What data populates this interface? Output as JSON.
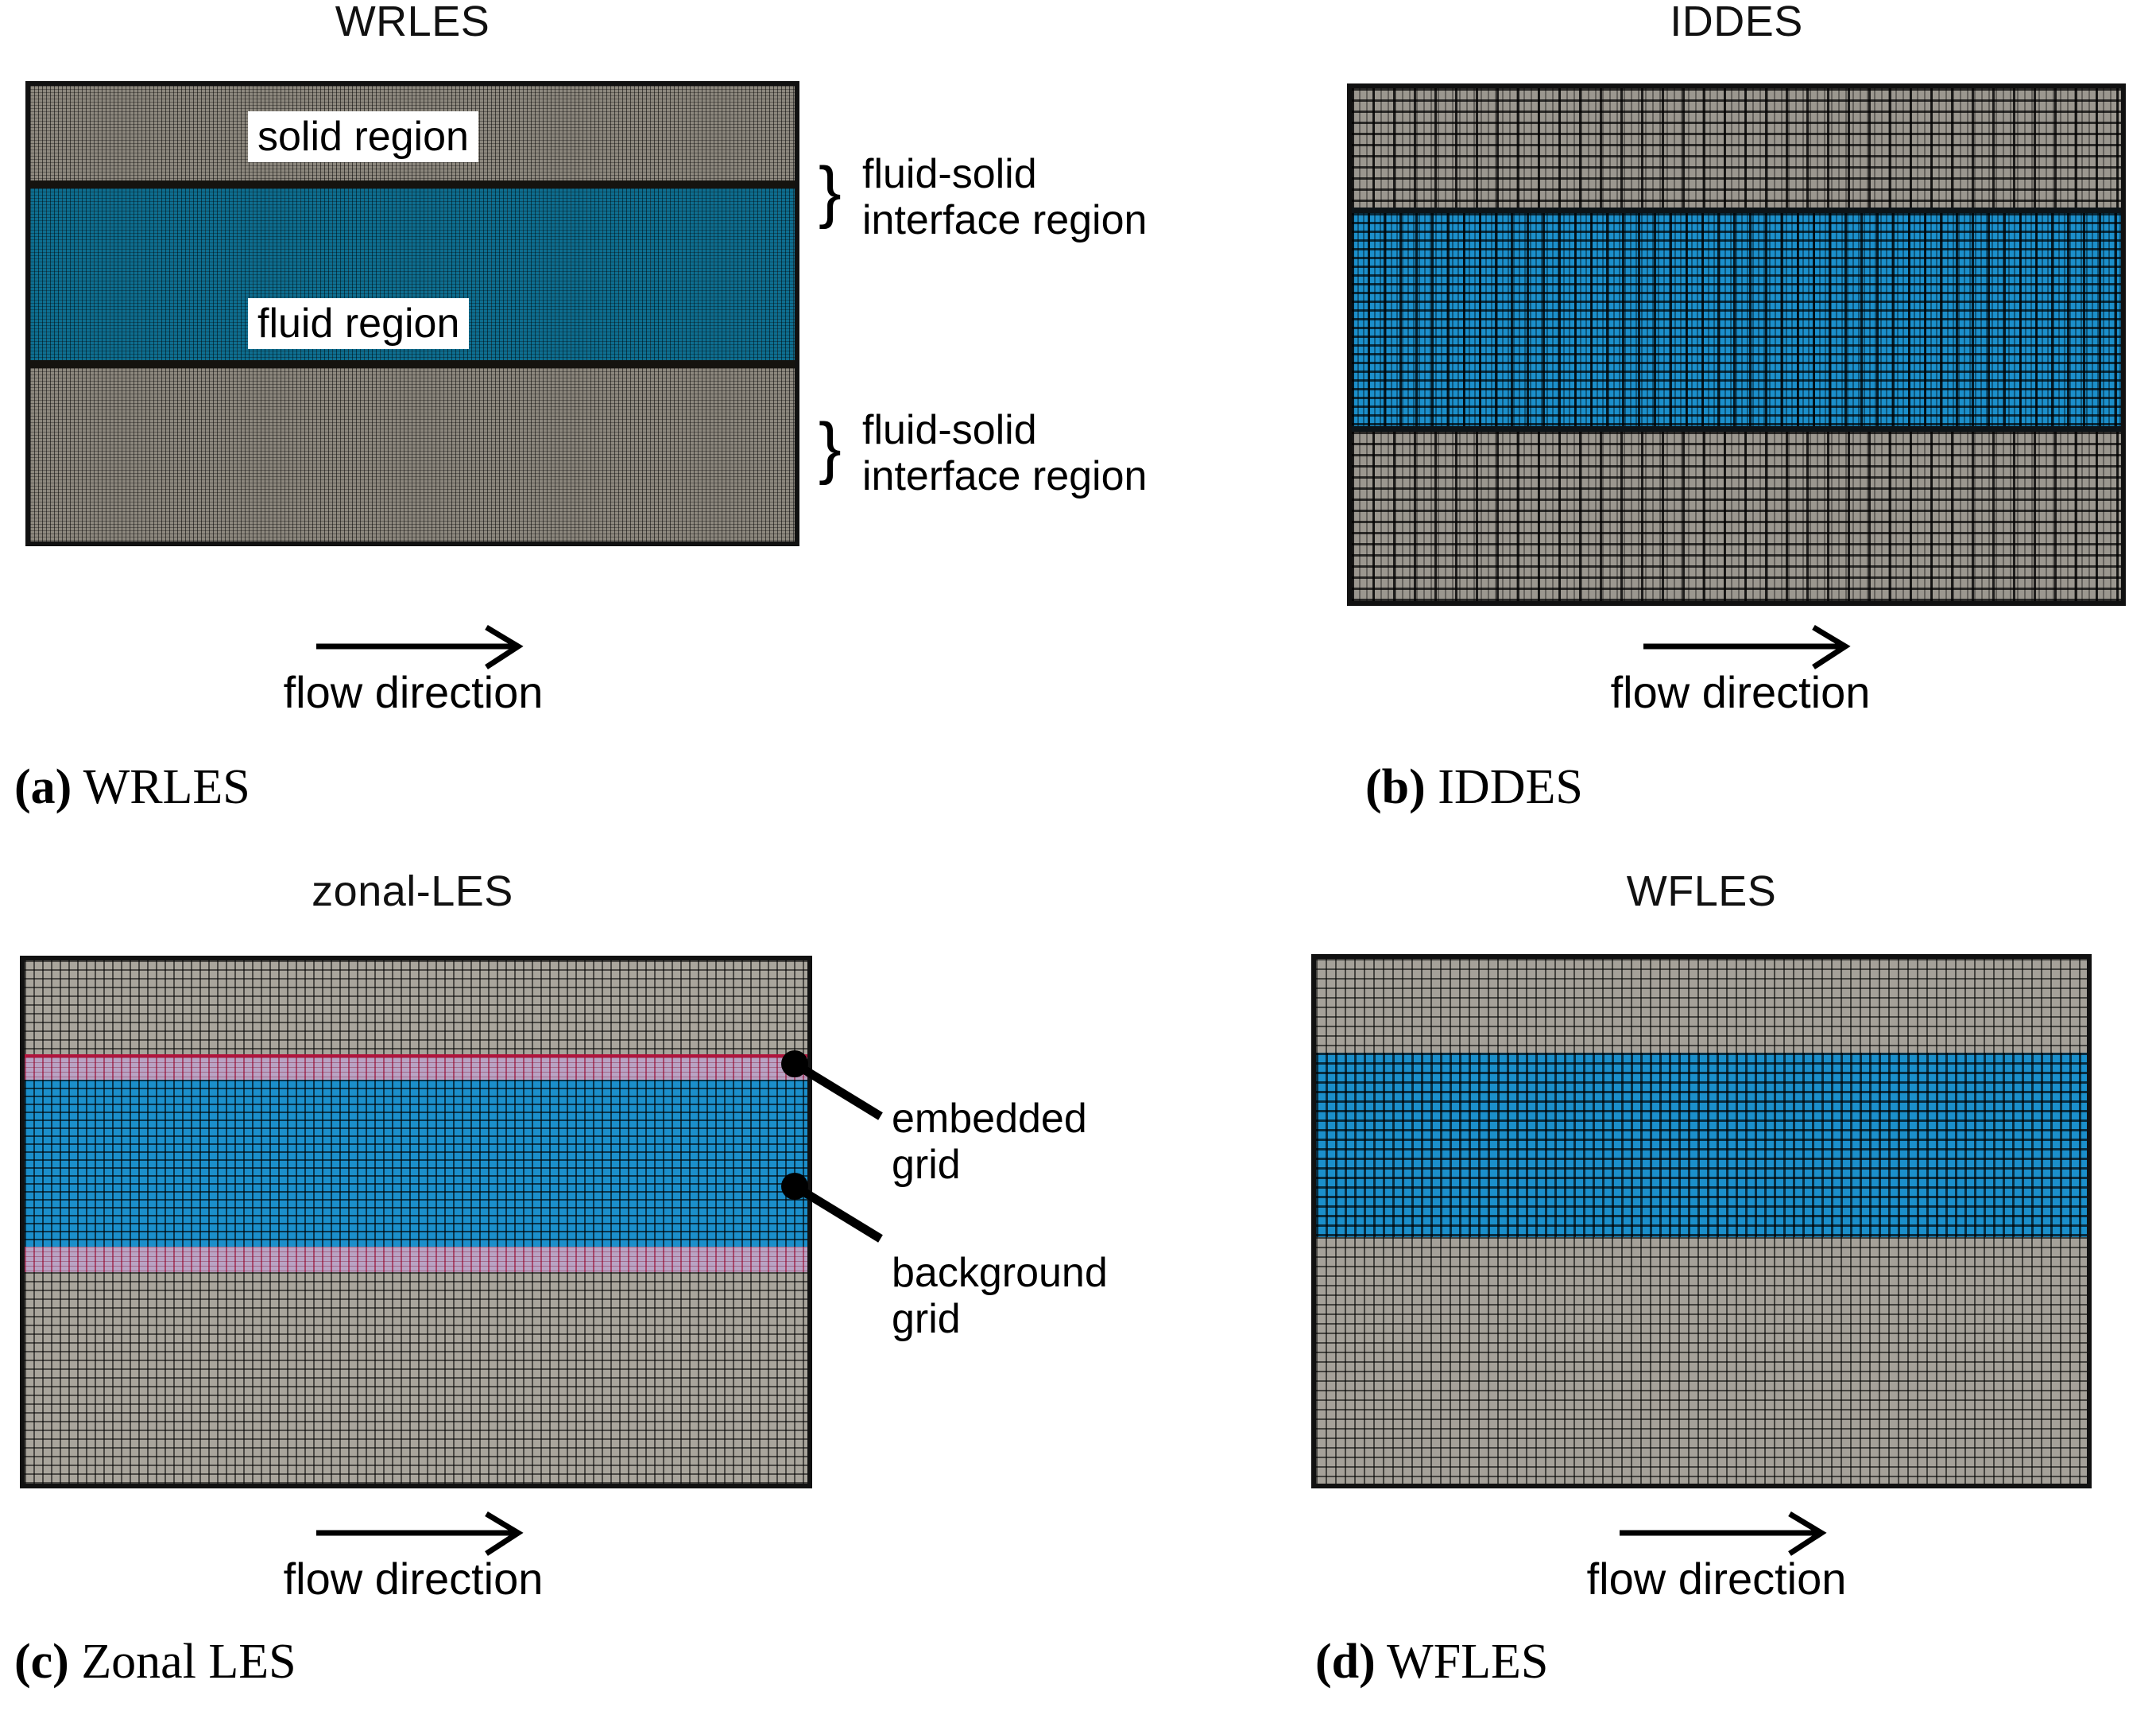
{
  "figure": {
    "panels": [
      {
        "id": "wrles",
        "title": "WRLES",
        "caption_tag": "(a)",
        "caption_text": "WRLES",
        "flow_label": "flow direction",
        "region_labels": [
          "solid region",
          "fluid region"
        ],
        "annotations": [
          "fluid-solid\ninterface region",
          "fluid-solid\ninterface region"
        ],
        "brace_glyph": "}",
        "solid_color": "#8d887e",
        "fluid_color": "#0e6e90"
      },
      {
        "id": "iddes",
        "title": "IDDES",
        "caption_tag": "(b)",
        "caption_text": "IDDES",
        "flow_label": "flow direction",
        "solid_color": "#9b978f",
        "fluid_color": "#1b8fcb"
      },
      {
        "id": "zonal-les",
        "title": "zonal-LES",
        "caption_tag": "(c)",
        "caption_text": "Zonal LES",
        "flow_label": "flow direction",
        "annotations": [
          "embedded\ngrid",
          "background\ngrid"
        ],
        "background_color": "#a9a59c",
        "embedded_color": "#b9a3c4",
        "embedded_edge_color": "#b0143c",
        "fluid_color": "#1b8fcb"
      },
      {
        "id": "wfles",
        "title": "WFLES",
        "caption_tag": "(d)",
        "caption_text": "WFLES",
        "flow_label": "flow direction",
        "solid_color": "#a5a199",
        "fluid_color": "#1b8fcb"
      }
    ]
  }
}
